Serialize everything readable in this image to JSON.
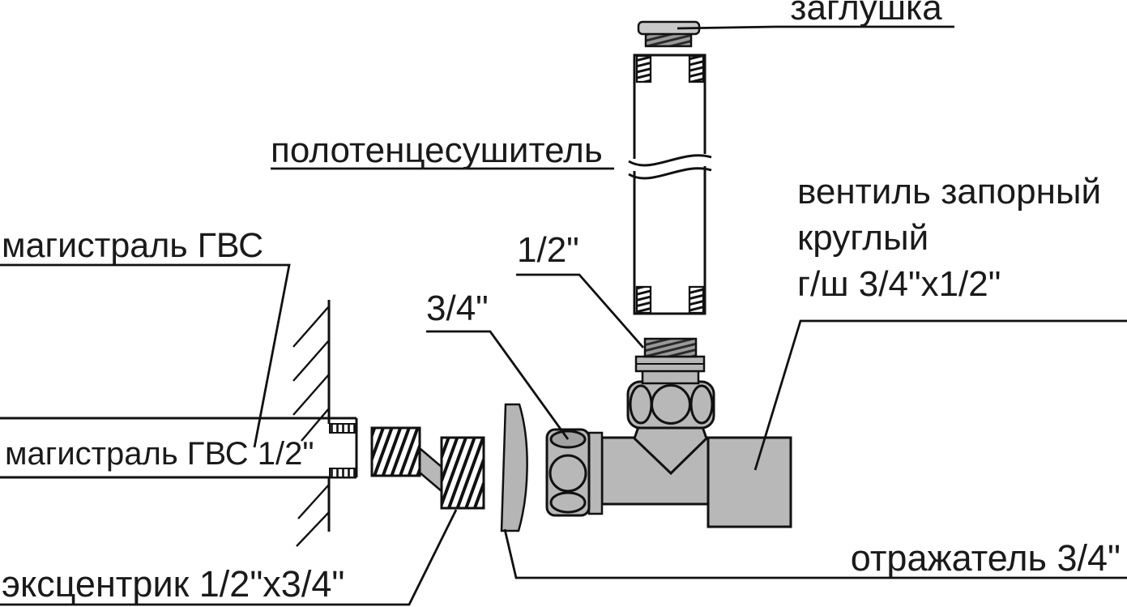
{
  "diagram": {
    "background": "#ffffff",
    "line_color": "#111111",
    "fill_gray": "#b8b8b8",
    "fill_gray_dark": "#a2a2a2",
    "fill_gray_light": "#c9c9c9",
    "reflector_gray": "#b5b5b5"
  },
  "labels": {
    "cap": "заглушка",
    "towel_rail": "полотенцесушитель",
    "valve_line1": "вентиль запорный",
    "valve_line2": "круглый",
    "valve_line3": "г/ш 3/4\"x1/2\"",
    "main_line": "магистраль ГВС",
    "pipe_size_small": "1/2\"",
    "pipe_size_big": "3/4\"",
    "main_line_pipe": "магистраль ГВС 1/2\"",
    "eccentric": "эксцентрик 1/2\"x3/4\"",
    "reflector": "отражатель 3/4\""
  }
}
